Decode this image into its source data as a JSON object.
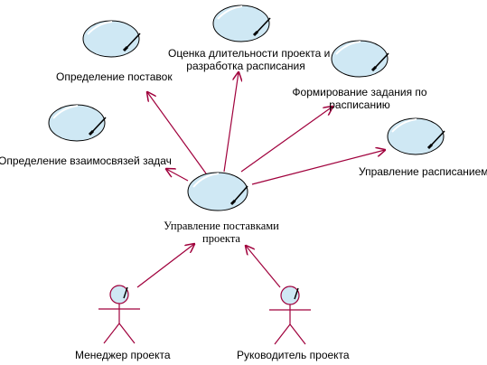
{
  "use_cases": {
    "supply_definition": "Определение поставок",
    "duration_estimation_line1": "Оценка длительности проекта и",
    "duration_estimation_line2": "разработка расписания",
    "task_generation_line1": "Формирование задания по",
    "task_generation_line2": "расписанию",
    "task_dependencies": "Определение взаимосвязей задач",
    "schedule_management": "Управление  расписанием",
    "supply_management_line1": "Управление поставками",
    "supply_management_line2": "проекта"
  },
  "actors": {
    "project_manager": "Менеджер проекта",
    "project_lead": "Руководитель проекта"
  },
  "colors": {
    "ellipse_fill": "#cfe8f4",
    "ellipse_stroke": "#000000",
    "arrow": "#a0003c",
    "actor": "#a0003c"
  }
}
